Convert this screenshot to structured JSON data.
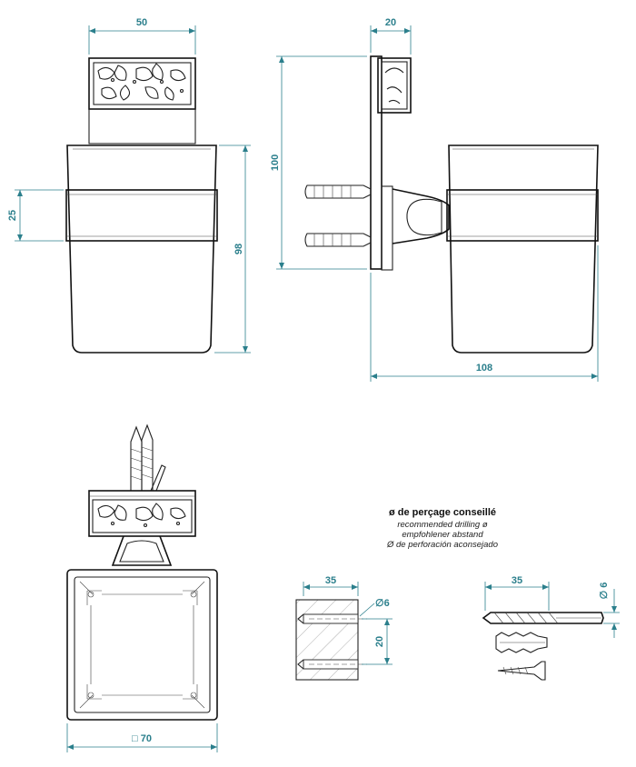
{
  "dimensions": {
    "front_width": "50",
    "front_band_height": "25",
    "front_total_height": "98",
    "side_depth": "20",
    "side_height": "100",
    "side_total_depth": "108",
    "bottom_square": "□ 70",
    "drill_depth_block": "35",
    "drill_diameter_block": "∅6",
    "drill_spacing": "20",
    "drill_bit_length": "35",
    "drill_bit_diameter": "∅ 6"
  },
  "drilling_note": {
    "title": "ø de perçage conseillé",
    "english": "recommended drilling ø",
    "german": "empfohlener abstand",
    "spanish": "Ø de perforación aconsejado"
  },
  "colors": {
    "dimension": "#2b7f8c",
    "outline": "#222222"
  }
}
